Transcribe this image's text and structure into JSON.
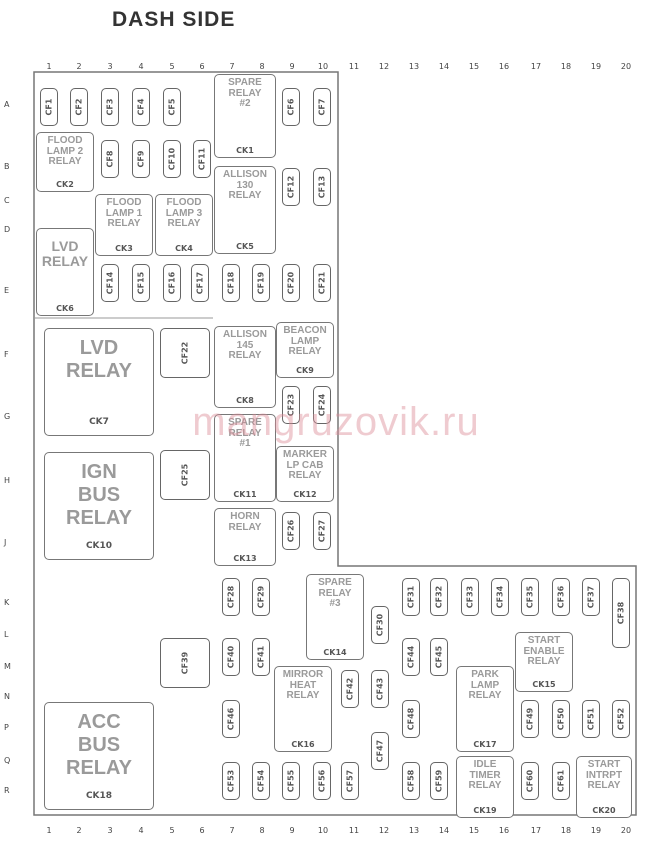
{
  "title": "DASH SIDE",
  "watermark": "mangruzovik.ru",
  "columns": [
    "1",
    "2",
    "3",
    "4",
    "5",
    "6",
    "7",
    "8",
    "9",
    "10",
    "11",
    "12",
    "13",
    "14",
    "15",
    "16",
    "17",
    "18",
    "19",
    "20"
  ],
  "rows": [
    "A",
    "B",
    "C",
    "D",
    "E",
    "F",
    "G",
    "H",
    "J",
    "K",
    "L",
    "M",
    "N",
    "P",
    "Q",
    "R"
  ],
  "fuses": [
    "CF1",
    "CF2",
    "CF3",
    "CF4",
    "CF5",
    "CF6",
    "CF7",
    "CF8",
    "CF9",
    "CF10",
    "CF11",
    "CF12",
    "CF13",
    "CF14",
    "CF15",
    "CF16",
    "CF17",
    "CF18",
    "CF19",
    "CF20",
    "CF21",
    "CF22",
    "CF23",
    "CF24",
    "CF25",
    "CF26",
    "CF27",
    "CF28",
    "CF29",
    "CF30",
    "CF31",
    "CF32",
    "CF33",
    "CF34",
    "CF35",
    "CF36",
    "CF37",
    "CF38",
    "CF39",
    "CF40",
    "CF41",
    "CF42",
    "CF43",
    "CF44",
    "CF45",
    "CF46",
    "CF47",
    "CF48",
    "CF49",
    "CF50",
    "CF51",
    "CF52",
    "CF53",
    "CF54",
    "CF55",
    "CF56",
    "CF57",
    "CF58",
    "CF59",
    "CF60",
    "CF61"
  ],
  "relays": [
    {
      "name": "SPARE\nRELAY\n#2",
      "id": "CK1"
    },
    {
      "name": "FLOOD\nLAMP 2\nRELAY",
      "id": "CK2"
    },
    {
      "name": "FLOOD\nLAMP 1\nRELAY",
      "id": "CK3"
    },
    {
      "name": "FLOOD\nLAMP 3\nRELAY",
      "id": "CK4"
    },
    {
      "name": "ALLISON\n130\nRELAY",
      "id": "CK5"
    },
    {
      "name": "LVD\nRELAY",
      "id": "CK6"
    },
    {
      "name": "LVD\nRELAY",
      "id": "CK7"
    },
    {
      "name": "ALLISON\n145\nRELAY",
      "id": "CK8"
    },
    {
      "name": "BEACON\nLAMP\nRELAY",
      "id": "CK9"
    },
    {
      "name": "IGN\nBUS\nRELAY",
      "id": "CK10"
    },
    {
      "name": "SPARE\nRELAY\n#1",
      "id": "CK11"
    },
    {
      "name": "MARKER\nLP CAB\nRELAY",
      "id": "CK12"
    },
    {
      "name": "HORN\nRELAY",
      "id": "CK13"
    },
    {
      "name": "SPARE\nRELAY\n#3",
      "id": "CK14"
    },
    {
      "name": "START\nENABLE\nRELAY",
      "id": "CK15"
    },
    {
      "name": "MIRROR\nHEAT\nRELAY",
      "id": "CK16"
    },
    {
      "name": "PARK\nLAMP\nRELAY",
      "id": "CK17"
    },
    {
      "name": "ACC\nBUS\nRELAY",
      "id": "CK18"
    },
    {
      "name": "IDLE\nTIMER\nRELAY",
      "id": "CK19"
    },
    {
      "name": "START\nINTRPT\nRELAY",
      "id": "CK20"
    }
  ]
}
